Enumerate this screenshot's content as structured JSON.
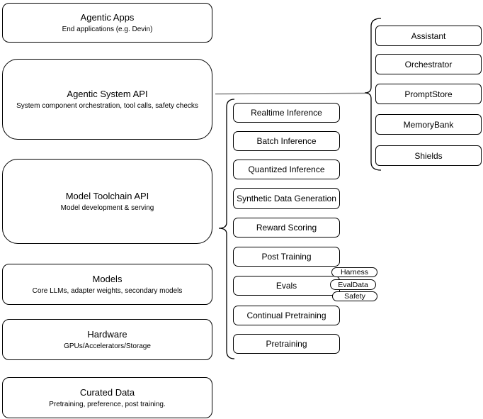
{
  "diagram": {
    "left_column": [
      {
        "title": "Agentic Apps",
        "subtitle": "End applications (e.g. Devin)"
      },
      {
        "title": "Agentic System API",
        "subtitle": "System component orchestration, tool calls, safety checks"
      },
      {
        "title": "Model Toolchain API",
        "subtitle": "Model development & serving"
      },
      {
        "title": "Models",
        "subtitle": "Core LLMs, adapter weights, secondary models"
      },
      {
        "title": "Hardware",
        "subtitle": "GPUs/Accelerators/Storage"
      },
      {
        "title": "Curated Data",
        "subtitle": "Pretraining, preference, post training."
      }
    ],
    "toolchain_items": [
      "Realtime Inference",
      "Batch Inference",
      "Quantized Inference",
      "Synthetic Data Generation",
      "Reward Scoring",
      "Post Training",
      "Evals",
      "Continual Pretraining",
      "Pretraining"
    ],
    "evals_tags": [
      "Harness",
      "EvalData",
      "Safety"
    ],
    "system_components": [
      "Assistant",
      "Orchestrator",
      "PromptStore",
      "MemoryBank",
      "Shields"
    ],
    "colors": {
      "stroke": "#000000",
      "background": "#ffffff",
      "connector_line": "#808080"
    }
  }
}
